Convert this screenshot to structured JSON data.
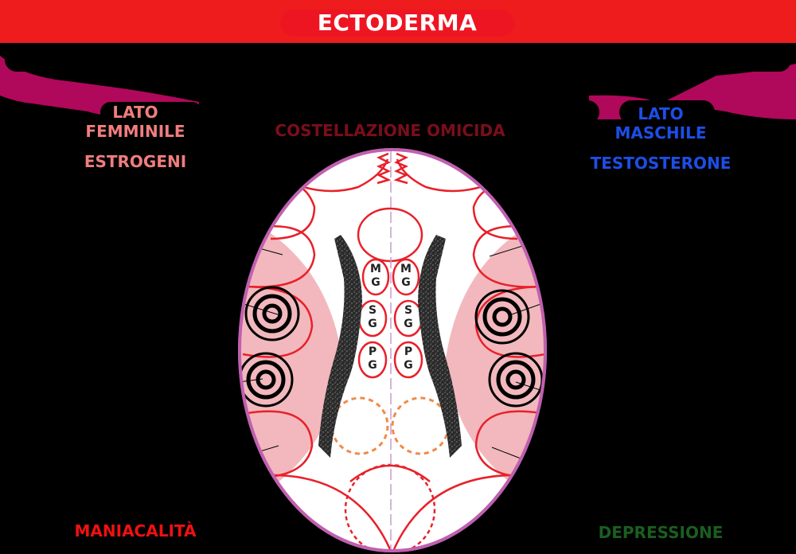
{
  "header": {
    "title": "ECTODERMA",
    "background_color": "#ee1c1c"
  },
  "labels": {
    "female_side_line1": "LATO",
    "female_side_line2": "FEMMINILE",
    "female_hormone": "ESTROGENI",
    "male_side_line1": "LATO",
    "male_side_line2": "MASCHILE",
    "male_hormone": "TESTOSTERONE",
    "constellation": "COSTELLAZIONE OMICIDA",
    "left_outcome": "MANIACALITÀ",
    "right_outcome": "DEPRESSIONE"
  },
  "colors": {
    "female": "#f07d7d",
    "male": "#1d4ee6",
    "constellation": "#7a0e1a",
    "maniacalita": "#ee1111",
    "depressione": "#1a5e1f",
    "cortex_outline": "#c060b0",
    "relay_lines": "#e8202a",
    "pink_area": "#f2b8bd",
    "dashed_circles": "#f08a4a"
  },
  "diagram": {
    "gland_pairs": [
      {
        "top": "M",
        "bottom": "G"
      },
      {
        "top": "S",
        "bottom": "G"
      },
      {
        "top": "P",
        "bottom": "G"
      }
    ]
  }
}
